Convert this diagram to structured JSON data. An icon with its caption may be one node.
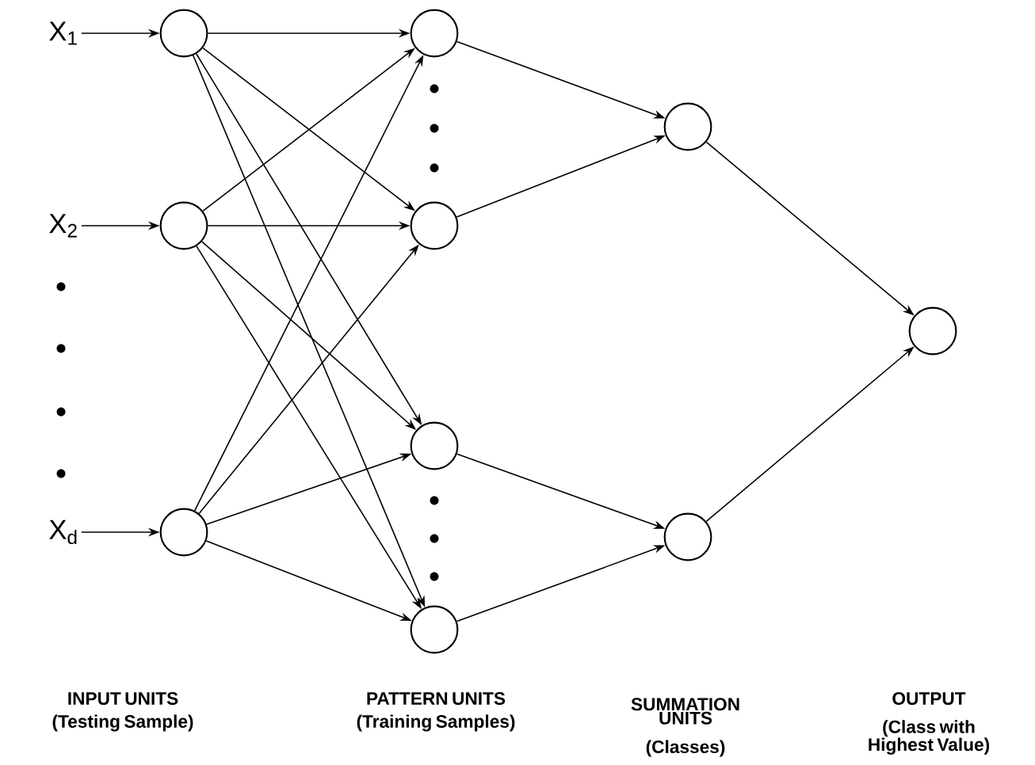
{
  "diagram": {
    "nodes": [
      {
        "text": [
          "X$_{1}$"
        ]
      },
      {
        "text": [
          "X$_{2}$"
        ]
      },
      {
        "text": [
          "X$_{d}$"
        ]
      },
      {
        "text": [],
        "shape": "circle"
      },
      {
        "text": [],
        "shape": "circle"
      },
      {
        "text": [],
        "shape": "circle"
      },
      {
        "text": [],
        "shape": "circle"
      },
      {
        "text": [],
        "shape": "circle"
      },
      {
        "text": [],
        "shape": "circle"
      },
      {
        "text": [],
        "shape": "circle"
      },
      {
        "text": [],
        "shape": "circle"
      },
      {
        "text": [],
        "shape": "circle"
      },
      {
        "text": [],
        "shape": "circle"
      }
    ],
    "edges": [
      {
        "from": 0,
        "to": 3,
        "arrow": "to"
      },
      {
        "from": 1,
        "to": 4,
        "arrow": "to"
      },
      {
        "from": 2,
        "to": 5,
        "arrow": "to"
      },
      {
        "from": 3,
        "to": 6,
        "arrow": "to"
      },
      {
        "from": 3,
        "to": 7,
        "arrow": "to"
      },
      {
        "from": 3,
        "to": 8,
        "arrow": "to"
      },
      {
        "from": 3,
        "to": 9,
        "arrow": "to"
      },
      {
        "from": 4,
        "to": 6,
        "arrow": "to"
      },
      {
        "from": 4,
        "to": 7,
        "arrow": "to"
      },
      {
        "from": 4,
        "to": 8,
        "arrow": "to"
      },
      {
        "from": 4,
        "to": 9,
        "arrow": "to"
      },
      {
        "from": 5,
        "to": 6,
        "arrow": "to"
      },
      {
        "from": 5,
        "to": 7,
        "arrow": "to"
      },
      {
        "from": 5,
        "to": 8,
        "arrow": "to"
      },
      {
        "from": 5,
        "to": 9,
        "arrow": "to"
      },
      {
        "from": 6,
        "to": 10,
        "arrow": "to"
      },
      {
        "from": 7,
        "to": 10,
        "arrow": "to"
      },
      {
        "from": 8,
        "to": 11,
        "arrow": "to"
      },
      {
        "from": 9,
        "to": 11,
        "arrow": "to"
      },
      {
        "from": 10,
        "to": 12,
        "arrow": "to"
      },
      {
        "from": 11,
        "to": 12,
        "arrow": "to"
      }
    ],
    "labels": [
      "INPUT UNITS",
      "(Testing Sample)",
      "PATTERN UNITS",
      "(Training Samples)",
      "SUMMATION UNITS",
      "(Classes)",
      "OUTPUT",
      "(Class with Highest Value)"
    ]
  }
}
